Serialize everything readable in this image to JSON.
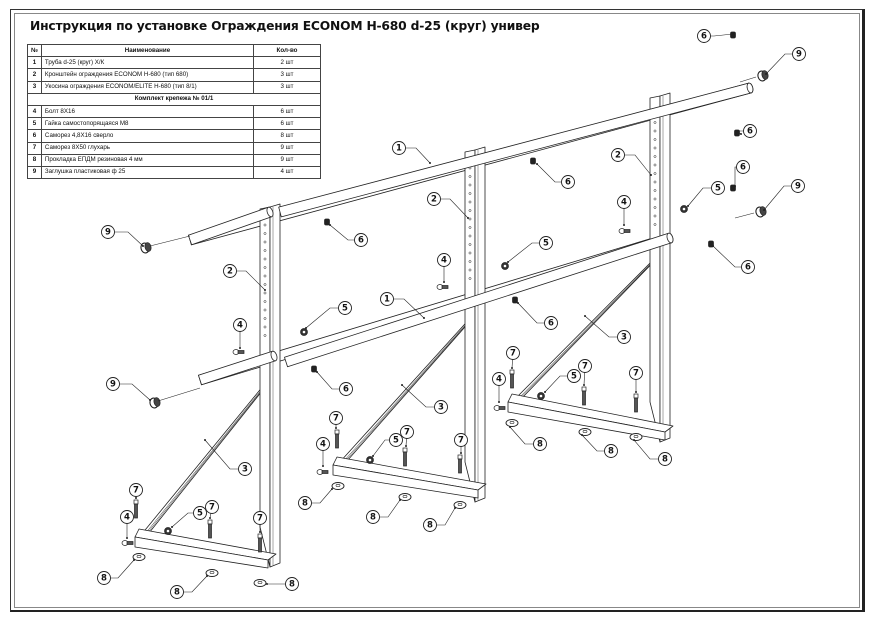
{
  "document": {
    "title": "Инструкция по установке Ограждения ECONOM H-680 d-25 (круг) универ"
  },
  "parts_table": {
    "headers": {
      "num": "№",
      "name": "Наименование",
      "qty": "Кол-во"
    },
    "items_main": [
      {
        "num": "1",
        "name": "Труба d-25 (круг) Х/К",
        "qty": "2 шт"
      },
      {
        "num": "2",
        "name": "Кронштейн ограждения ECONOM H-680 (тип 680)",
        "qty": "3 шт"
      },
      {
        "num": "3",
        "name": "Укосина ограждения ECONOM/ELITE  H-680 (тип 8/1)",
        "qty": "3 шт"
      }
    ],
    "group_label": "Комплект крепежа № 01/1",
    "items_fasteners": [
      {
        "num": "4",
        "name": "Болт 8Х16",
        "qty": "6 шт"
      },
      {
        "num": "5",
        "name": "Гайка самостопорящаяся М8",
        "qty": "6 шт"
      },
      {
        "num": "6",
        "name": "Саморез 4,8Х16 сверло",
        "qty": "8 шт"
      },
      {
        "num": "7",
        "name": "Саморез 8Х50 глухарь",
        "qty": "9 шт"
      },
      {
        "num": "8",
        "name": "Прокладка ЕПДМ резиновая 4 мм",
        "qty": "9 шт"
      },
      {
        "num": "9",
        "name": "Заглушка пластиковая ф 25",
        "qty": "4 шт"
      }
    ]
  },
  "drawing": {
    "callout_labels": [
      "1",
      "2",
      "3",
      "4",
      "5",
      "6",
      "7",
      "8",
      "9"
    ],
    "line_color": "#222222",
    "fill_color": "#ffffff"
  }
}
